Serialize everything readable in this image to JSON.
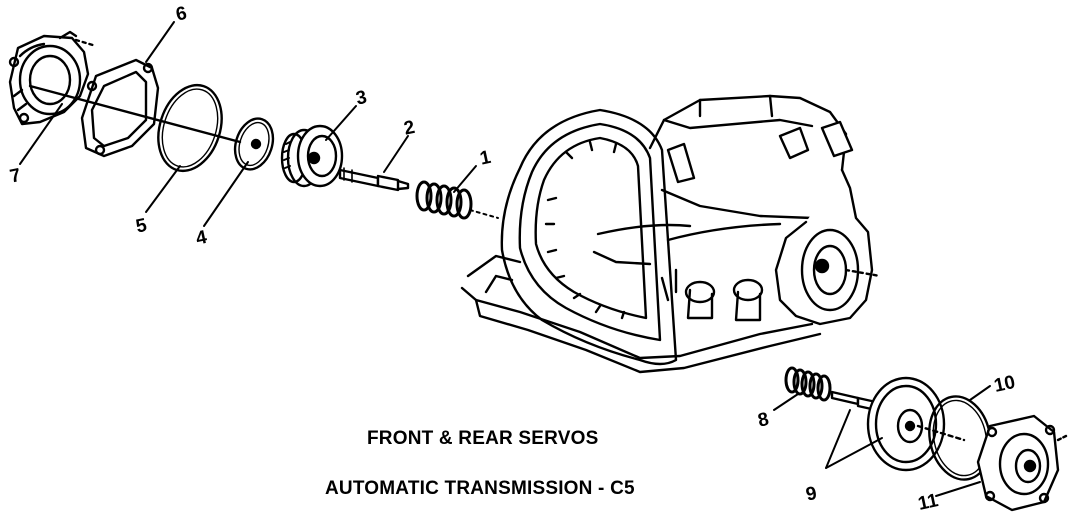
{
  "caption": {
    "line1": "FRONT & REAR SERVOS",
    "line2": "AUTOMATIC TRANSMISSION - C5"
  },
  "callouts": {
    "c1": "1",
    "c2": "2",
    "c3": "3",
    "c4": "4",
    "c5": "5",
    "c6": "6",
    "c7": "7",
    "c8": "8",
    "c9": "9",
    "c10": "10",
    "c11": "11"
  },
  "colors": {
    "ink": "#000000",
    "paper": "#ffffff"
  }
}
